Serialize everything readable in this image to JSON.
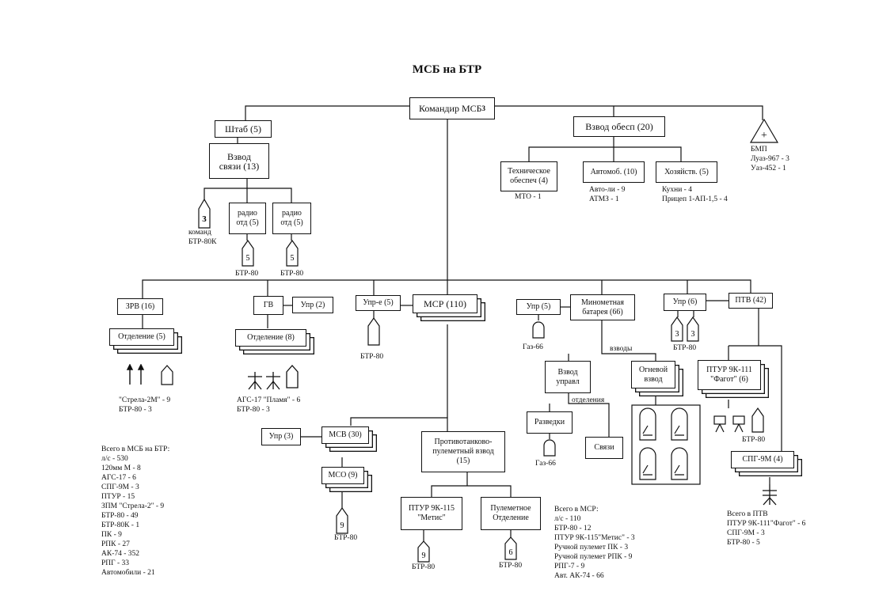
{
  "title": "МСБ на БТР",
  "commander": {
    "label": "Командир МСБ",
    "sup": "3"
  },
  "staff": "Штаб (5)",
  "signal_platoon": "Взвод\nсвязи (13)",
  "radio1": "радио\nотд (5)",
  "radio2": "радио\nотд (5)",
  "sig_cmd": {
    "num": "3",
    "cap": "команд\nБТР-80К"
  },
  "radio1_veh": {
    "num": "5",
    "cap": "БТР-80"
  },
  "radio2_veh": {
    "num": "5",
    "cap": "БТР-80"
  },
  "support_platoon": "Взвод обесп (20)",
  "tech": {
    "label": "Техническое\nобеспеч (4)",
    "cap": "МТО - 1"
  },
  "auto": {
    "label": "Автомоб. (10)",
    "cap": "Авто-ли - 9\nАТМЗ - 1"
  },
  "house": {
    "label": "Хозяйств. (5)",
    "cap": "Кухни - 4\nПрицеп 1-АП-1,5 - 4"
  },
  "bmp": {
    "label": "+",
    "cap": "БМП\nЛуаз-967 - 3\nУаз-452 - 1"
  },
  "zrv": {
    "label": "ЗРВ (16)",
    "squad": "Отделение (5)",
    "cap": "\"Стрела-2М\" - 9\nБТР-80 - 3"
  },
  "gv": {
    "label": "ГВ",
    "ctrl": "Упр (2)",
    "squad": "Отделение (8)",
    "cap": "АГС-17 \"Пламя\" - 6\nБТР-80 - 3"
  },
  "ctrl5": {
    "label": "Упр-е (5)",
    "cap": "БТР-80"
  },
  "msr": {
    "label": "МСР (110)"
  },
  "mortar": {
    "ctrl": "Упр (5)",
    "label": "Минометная\nбатарея (66)",
    "ctrl_cap": "Газ-66",
    "platoons": "взводы",
    "ctrl_platoon": "Взвод\nуправл",
    "fire_platoon": "Огневой\nвзвод",
    "sections": "отделения",
    "recon": "Разведки",
    "recon_cap": "Газ-66",
    "comms": "Связи"
  },
  "ptv": {
    "ctrl": "Упр (6)",
    "label": "ПТВ (42)",
    "ctrl_num": "3",
    "ctrl_cap": "БТР-80",
    "atgm": "ПТУР 9К-111\n\"Фагот\" (6)",
    "atgm_cap": "БТР-80",
    "spg": "СПГ-9М (4)",
    "total": "Всего в ПТВ\nПТУР 9К-111\"Фагот\" - 6\nСПГ-9М - 3\nБТР-80 - 5"
  },
  "msr_detail": {
    "ctrl": "Упр (3)",
    "msv": "МСВ (30)",
    "mso": "МСО (9)",
    "mso_num": "9",
    "mso_cap": "БТР-80",
    "at_platoon": "Противотанково-\nпулеметный взвод\n(15)",
    "metis": "ПТУР 9К-115\n\"Метис\"",
    "metis_num": "9",
    "metis_cap": "БТР-80",
    "mg": "Пулеметное\nОтделение",
    "mg_num": "6",
    "mg_cap": "БТР-80"
  },
  "total_msb": "Всего в МСБ на БТР:\nл/с - 530\n120мм М - 8\nАГС-17 - 6\nСПГ-9М - 3\nПТУР - 15\nЗПМ \"Стрела-2\" - 9\nБТР-80 - 49\nБТР-80К - 1\nПК - 9\nРПК - 27\nАК-74 - 352\nРПГ - 33\nАвтомобили - 21",
  "total_msr": "Всего в МСР:\nл/с - 110\nБТР-80 - 12\nПТУР 9К-115\"Метис\" - 3\nРучной пулемет ПК - 3\nРучной пулемет РПК - 9\nРПГ-7 - 9\nАвт. АК-74 - 66"
}
